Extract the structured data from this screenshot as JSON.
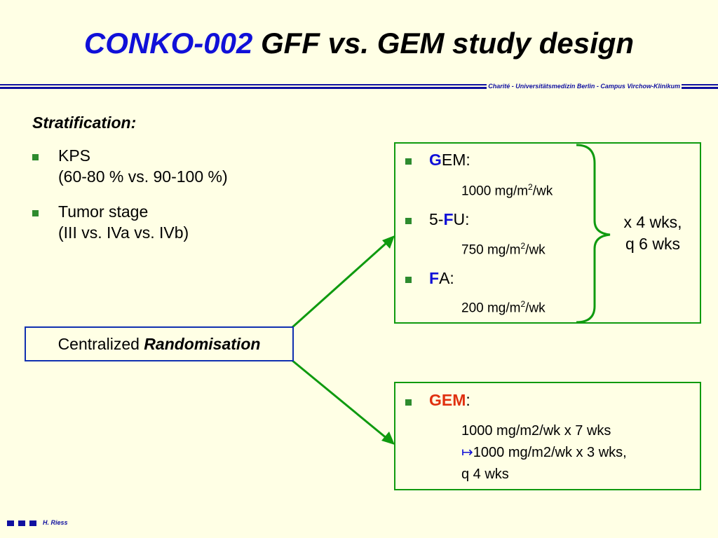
{
  "title": {
    "part1": "CONKO-002",
    "part2": "GFF vs. GEM study design"
  },
  "institution": "Charité - Universitätsmedizin Berlin - Campus Virchow-Klinikum",
  "stratification": {
    "heading": "Stratification:",
    "items": [
      {
        "line1": "KPS",
        "line2": "(60-80 % vs. 90-100 %)"
      },
      {
        "line1": "Tumor stage",
        "line2": "(III vs. IVa vs. IVb)"
      }
    ]
  },
  "randomisation": {
    "prefix": "Centralized",
    "bold": "Randomisation"
  },
  "arm_gff": {
    "drugs": [
      {
        "letter": "G",
        "rest": "EM:",
        "dose_prefix": "1000 mg/m",
        "sup": "2",
        "dose_suffix": "/wk"
      },
      {
        "pre": "5-",
        "letter": "F",
        "rest": "U:",
        "dose_prefix": "750 mg/m",
        "sup": "2",
        "dose_suffix": "/wk"
      },
      {
        "letter": "F",
        "rest": "A:",
        "dose_prefix": "200 mg/m",
        "sup": "2",
        "dose_suffix": "/wk"
      }
    ],
    "schedule_line1": "x 4 wks,",
    "schedule_line2": "q 6 wks"
  },
  "arm_gem": {
    "drug": "GEM",
    "colon": ":",
    "line1": "1000 mg/m2/wk x 7 wks",
    "arrow": "↦",
    "line2": "1000 mg/m2/wk x 3 wks,",
    "line3": "q 4 wks"
  },
  "footer": {
    "author": "H. Riess"
  },
  "colors": {
    "title_blue": "#1010D8",
    "green": "#0F9A0F",
    "red": "#E03010",
    "navy": "#1010A0"
  }
}
